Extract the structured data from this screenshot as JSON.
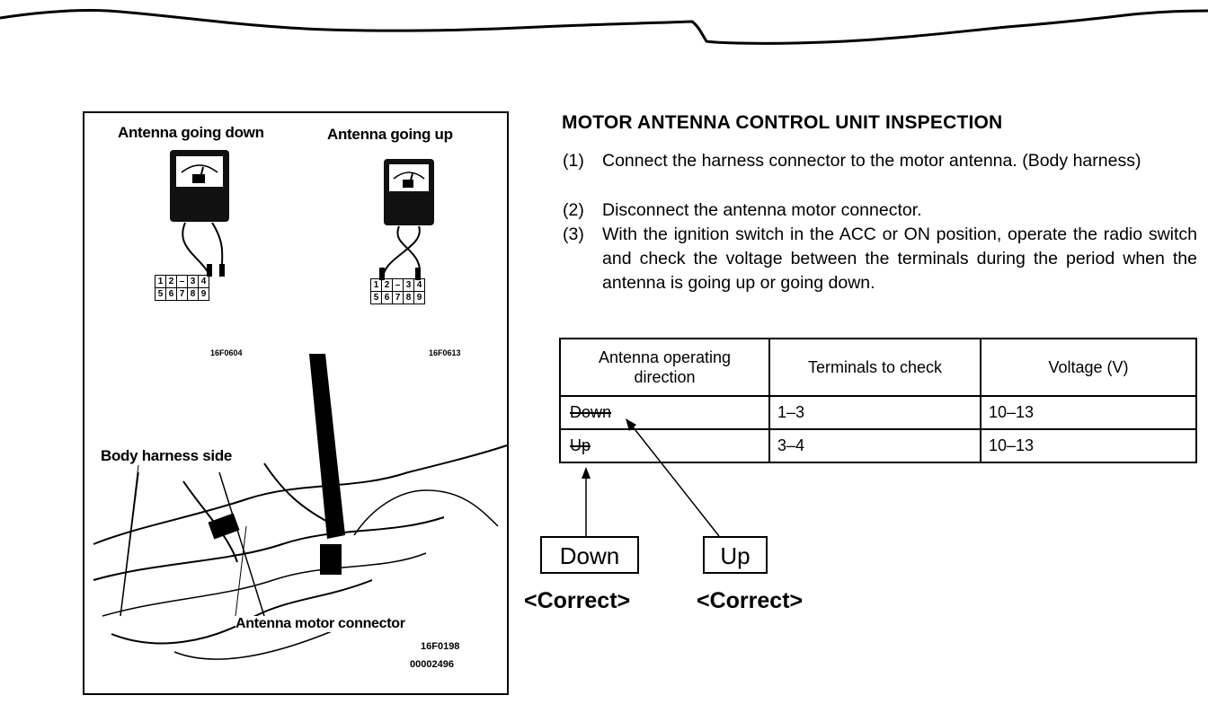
{
  "figure": {
    "label_down": "Antenna going down",
    "label_up": "Antenna going up",
    "connector_down": {
      "row1": [
        "1",
        "2",
        "–",
        "3",
        "4"
      ],
      "row2": [
        "5",
        "6",
        "7",
        "8",
        "9"
      ]
    },
    "connector_up": {
      "row1": [
        "1",
        "2",
        "–",
        "3",
        "4"
      ],
      "row2": [
        "5",
        "6",
        "7",
        "8",
        "9"
      ]
    },
    "code_left": "16F0604",
    "code_right": "16F0613",
    "body_harness_label": "Body harness side",
    "antenna_connector_label": "Antenna motor connector",
    "code_photo_1": "16F0198",
    "code_photo_2": "00002496"
  },
  "document": {
    "title": "MOTOR ANTENNA CONTROL UNIT INSPECTION",
    "steps": [
      {
        "num": "(1)",
        "text": "Connect the harness connector to the motor antenna. (Body harness)"
      },
      {
        "num": "(2)",
        "text": "Disconnect the antenna motor connector."
      },
      {
        "num": "(3)",
        "text": "With the ignition switch in the ACC or ON position, operate the radio switch and check the voltage between the terminals during the period when the antenna is going up or going down."
      }
    ]
  },
  "table": {
    "headers": [
      "Antenna operating direction",
      "Terminals to check",
      "Voltage (V)"
    ],
    "rows": [
      [
        "Down",
        "1–3",
        "10–13"
      ],
      [
        "Up",
        "3–4",
        "10–13"
      ]
    ]
  },
  "corrections": {
    "down_label": "Down",
    "up_label": "Up",
    "down_note": "<Correct>",
    "up_note": "<Correct>"
  }
}
